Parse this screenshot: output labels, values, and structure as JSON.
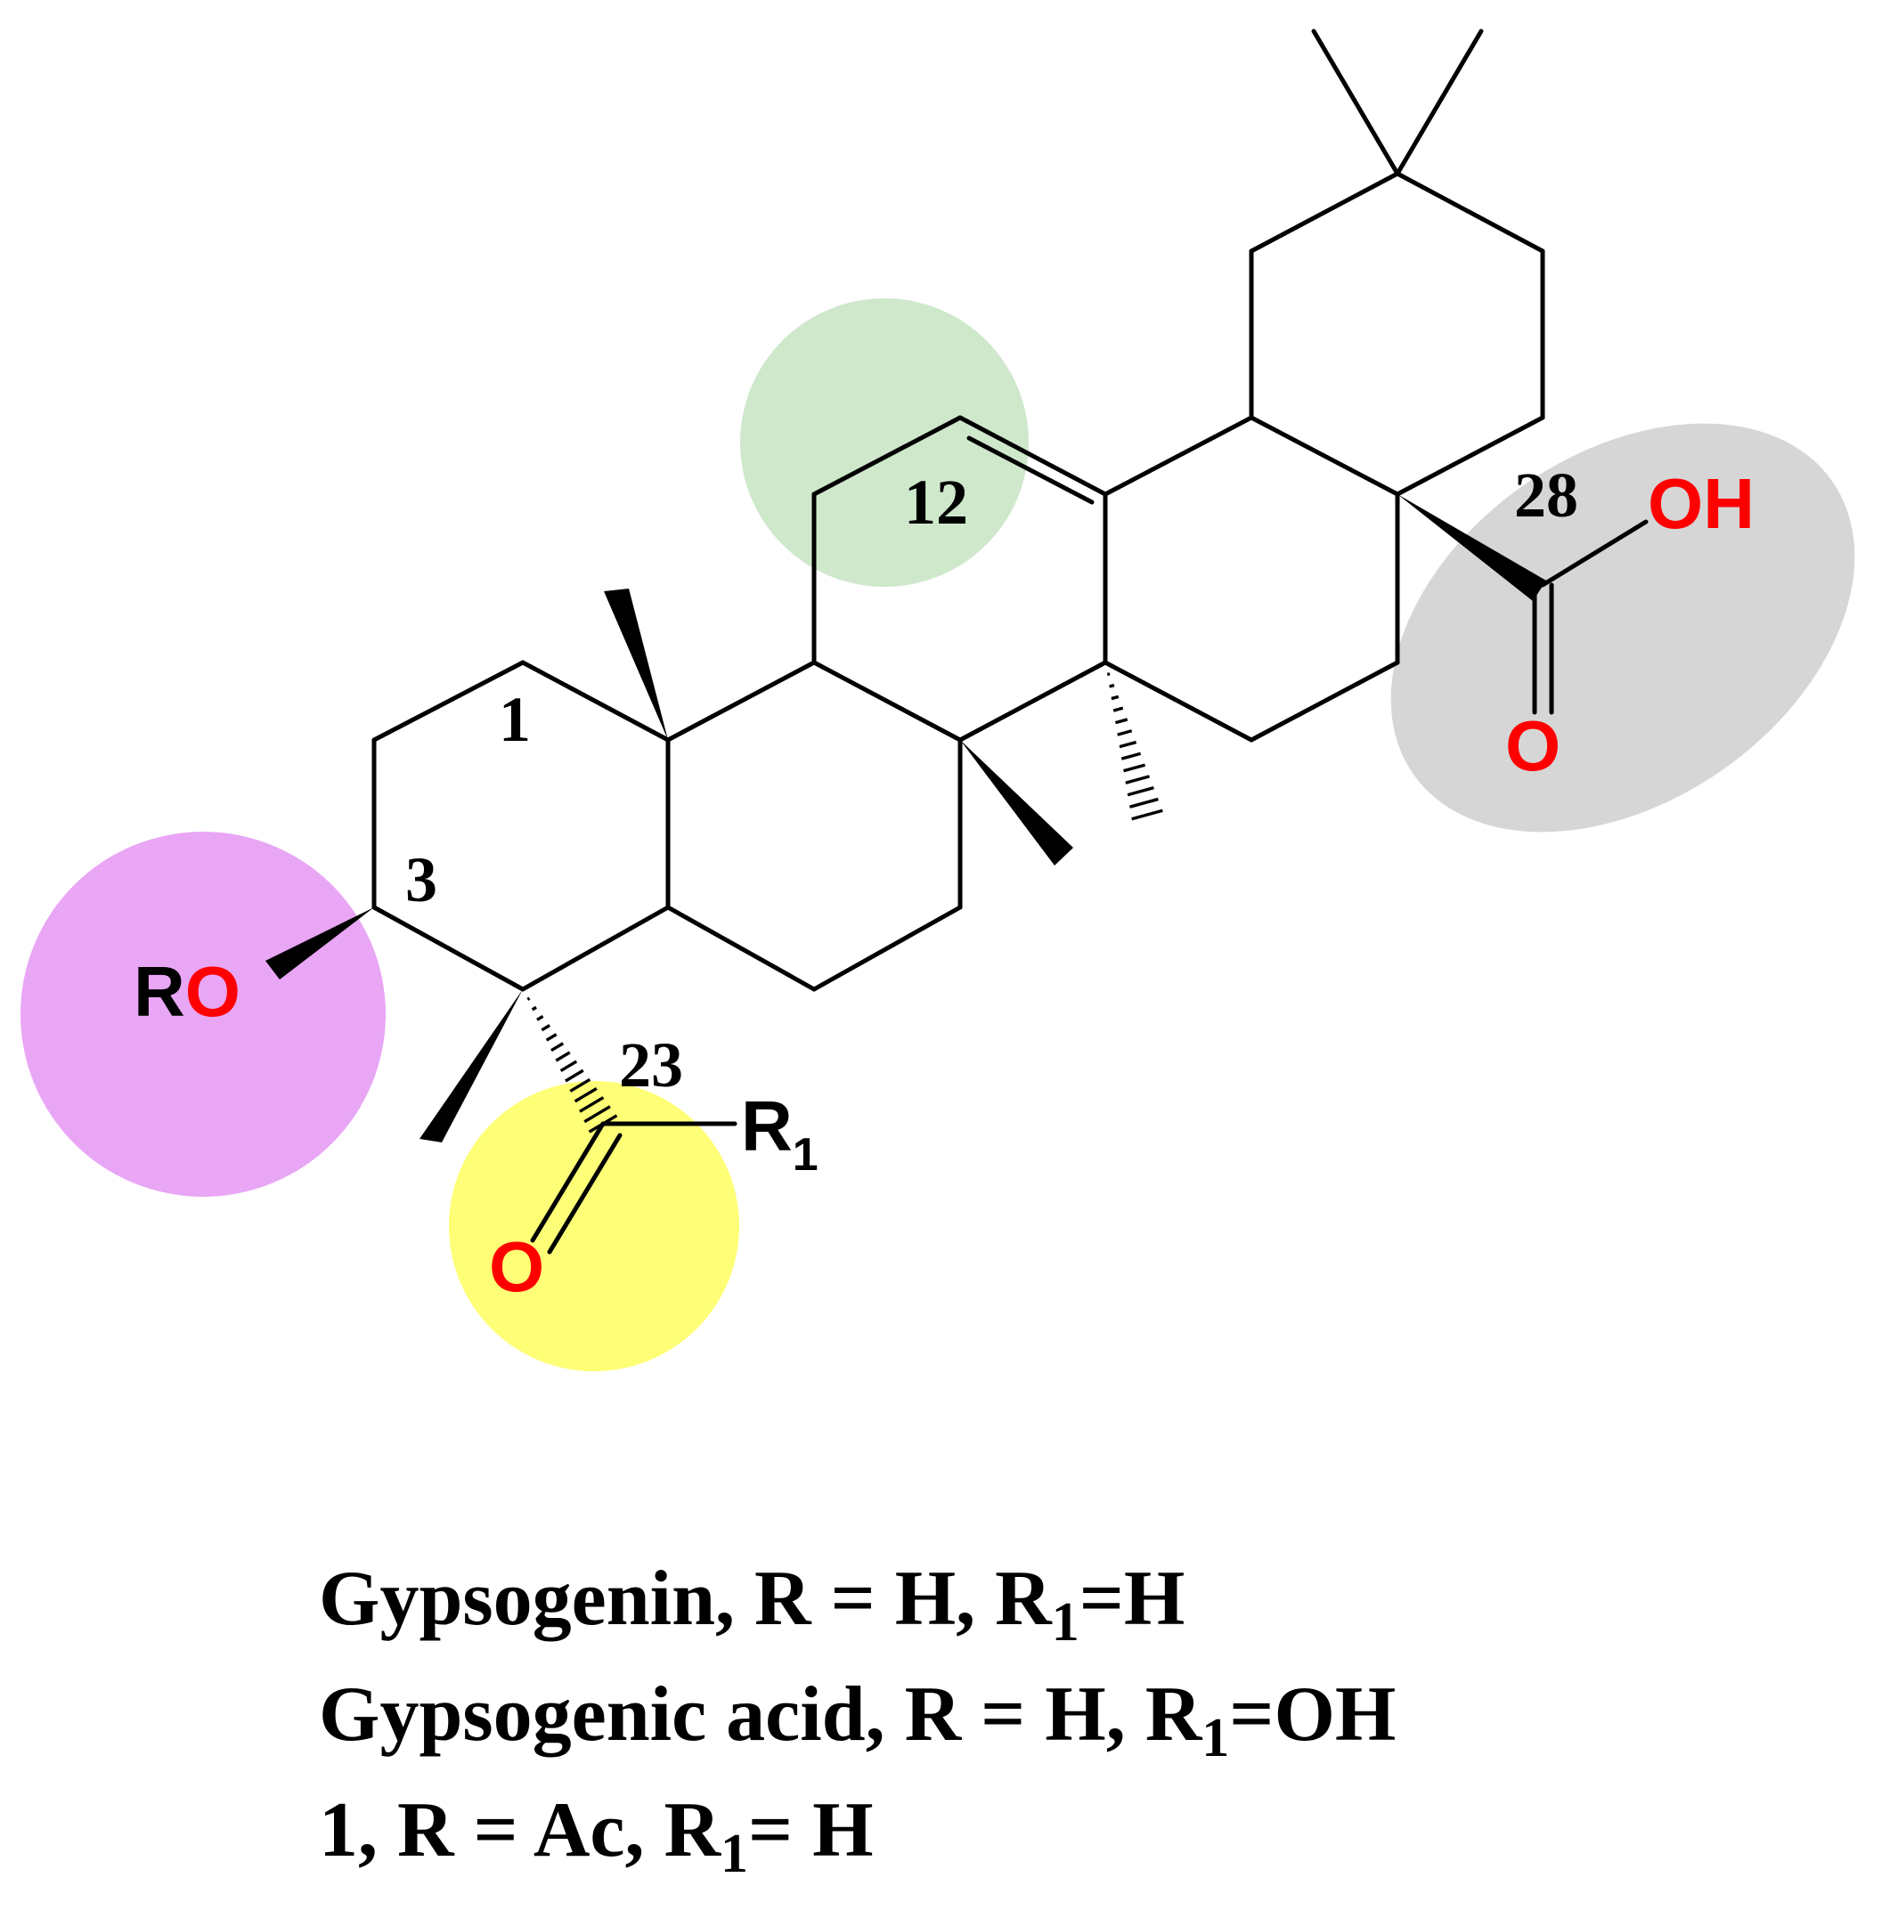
{
  "highlights": {
    "c3_substituent": {
      "color": "#e9a6f5"
    },
    "c23_group": {
      "color": "#ffff77"
    },
    "double_bond_12": {
      "color": "#cfe8cc"
    },
    "c28_acid": {
      "color": "#d6d6d6"
    }
  },
  "atom_labels": {
    "ro": {
      "r": "R",
      "o": "O"
    },
    "carbonyl_o_23": "O",
    "r1": {
      "r": "R",
      "sub": "1"
    },
    "carboxyl_oh": "OH",
    "carboxyl_o": "O"
  },
  "locants": {
    "c1": "1",
    "c3": "3",
    "c12": "12",
    "c23": "23",
    "c28": "28"
  },
  "captions": [
    {
      "a": "Gypsogenin, R = H, R",
      "sub": "1",
      "b": "=H"
    },
    {
      "a": "Gypsogenic acid, R = H, R",
      "sub": "1",
      "b": "=OH"
    },
    {
      "a": "1, R = Ac, R",
      "sub": "1",
      "b": "= H"
    }
  ]
}
